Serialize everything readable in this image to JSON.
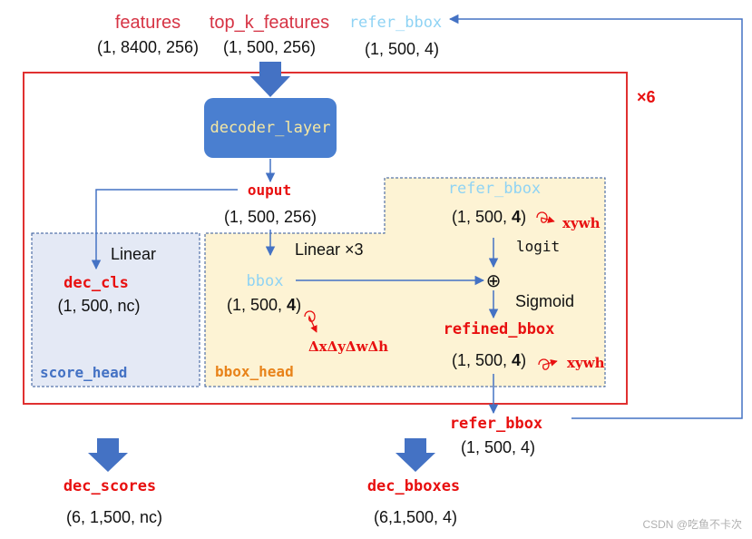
{
  "header": {
    "features": {
      "label": "features",
      "shape": "(1, 8400, 256)"
    },
    "top_k_features": {
      "label": "top_k_features",
      "shape": "(1, 500, 256)"
    },
    "refer_bbox": {
      "label": "refer_bbox",
      "shape": "(1, 500, 4)"
    }
  },
  "repeat_label": "×6",
  "decoder_layer": {
    "label": "decoder_layer"
  },
  "ouput": {
    "label": "ouput",
    "shape": "(1, 500, 256)"
  },
  "score_head": {
    "title": "score_head",
    "linear": "Linear",
    "dec_cls": "dec_cls",
    "dec_cls_shape": "(1, 500, nc)"
  },
  "bbox_head": {
    "title": "bbox_head",
    "linear": "Linear ×3",
    "bbox": "bbox",
    "bbox_shape_prefix": "(1, 500, ",
    "bbox_shape_bold": "4",
    "bbox_shape_suffix": ")",
    "delta_note": "ΔxΔyΔwΔh",
    "refer_bbox": "refer_bbox",
    "refer_shape_prefix": "(1, 500, ",
    "refer_shape_bold": "4",
    "refer_shape_suffix": ")",
    "xywh_note_1": "xywh",
    "logit": "logit",
    "plus_symbol": "⊕",
    "sigmoid": "Sigmoid",
    "refined_bbox": "refined_bbox",
    "refined_shape_prefix": "(1, 500, ",
    "refined_shape_bold": "4",
    "refined_shape_suffix": ")",
    "xywh_note_2": "xywh"
  },
  "loop_output": {
    "label": "refer_bbox",
    "shape": "(1, 500, 4)"
  },
  "outputs": {
    "dec_scores": {
      "label": "dec_scores",
      "shape": "(6, 1,500, nc)"
    },
    "dec_bboxes": {
      "label": "dec_bboxes",
      "shape": "(6,1,500, 4)"
    }
  },
  "watermark": "CSDN @吃鱼不卡次",
  "colors": {
    "red_label": "#d63344",
    "bright_red": "#e81010",
    "light_blue_label": "#8fd3f4",
    "arrow_blue": "#4472c4",
    "decoder_fill": "#4a7fd0",
    "decoder_text": "#f4e7a3",
    "score_fill": "#e4e9f5",
    "bbox_fill": "#fdf3d4",
    "score_title": "#4472c4",
    "bbox_title": "#e8831a",
    "frame_red": "#e03030",
    "dash_blue": "#2f5597"
  }
}
